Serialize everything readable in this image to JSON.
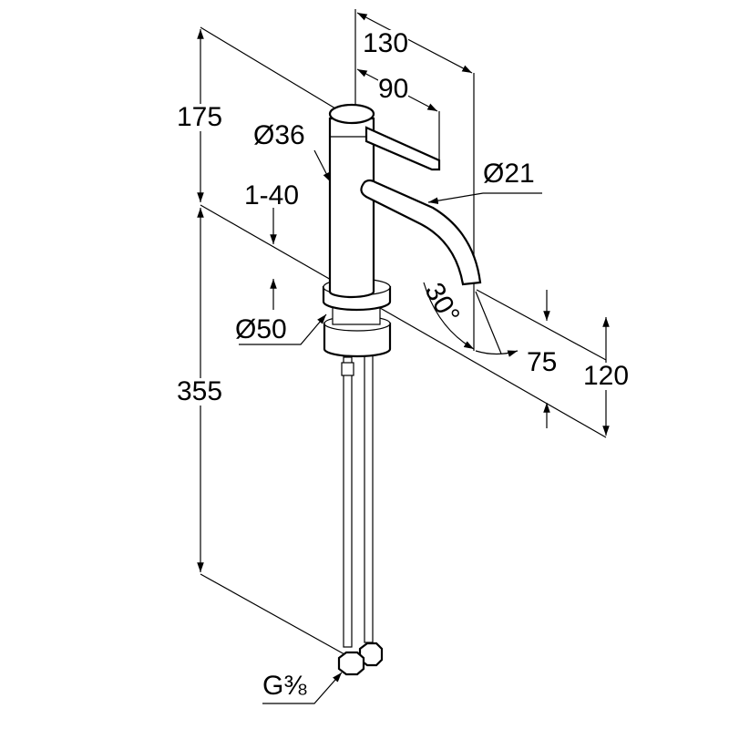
{
  "drawing": {
    "dimensions": {
      "total_width": "130",
      "lever_reach": "90",
      "upper_height": "175",
      "body_diameter": "Ø36",
      "spout_diameter": "Ø21",
      "deck_thickness": "1-40",
      "base_diameter": "Ø50",
      "spray_angle": "30°",
      "spout_clearance": "75",
      "spout_height": "120",
      "lower_height": "355",
      "connection_thread": "G⅜"
    }
  }
}
